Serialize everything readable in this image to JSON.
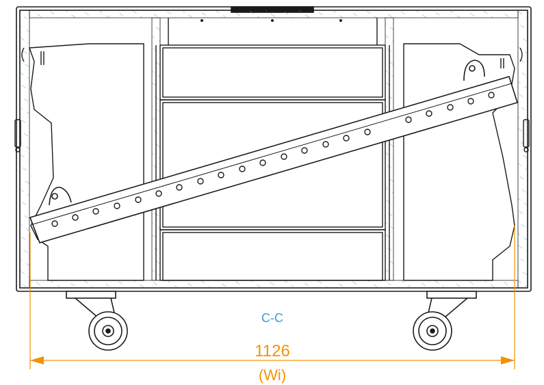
{
  "drawing": {
    "section_label": "C-C",
    "width_value": "1126",
    "width_symbol": "(Wi)",
    "colors": {
      "line": "#1a1a1a",
      "hatch": "#4fa3c7",
      "section_label": "#3a9fd0",
      "dimension": "#f39200",
      "background": "#ffffff"
    }
  }
}
